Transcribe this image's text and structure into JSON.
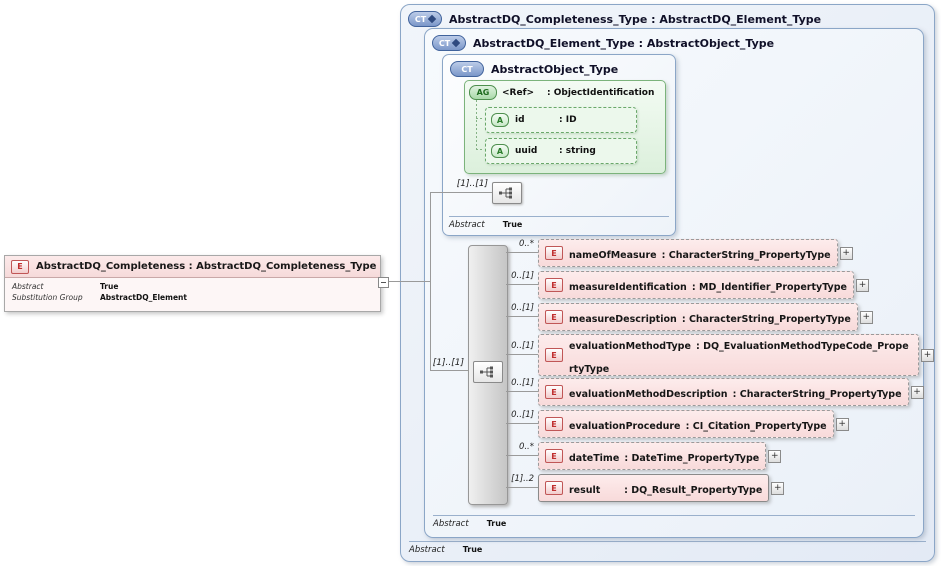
{
  "colors": {
    "ct_border": "#8ba6c7",
    "element_fill": "#fbe6e6",
    "green_border": "#7bb37b",
    "sequence_bar": "#d0d0d0"
  },
  "ui": {
    "expand_glyph": "+"
  },
  "root_element": {
    "icon": "E",
    "title": "AbstractDQ_Completeness : AbstractDQ_Completeness_Type",
    "properties": [
      {
        "label": "Abstract",
        "value": "True"
      },
      {
        "label": "Substitution Group",
        "value": "AbstractDQ_Element"
      }
    ]
  },
  "outer_type": {
    "icon": "CT",
    "title": "AbstractDQ_Completeness_Type : AbstractDQ_Element_Type",
    "footer_label": "Abstract",
    "footer_value": "True"
  },
  "element_type": {
    "icon": "CT",
    "title": "AbstractDQ_Element_Type : AbstractObject_Type",
    "footer_label": "Abstract",
    "footer_value": "True"
  },
  "object_type": {
    "icon": "CT",
    "title": "AbstractObject_Type",
    "ref_group": {
      "icon": "AG",
      "name": "<Ref>",
      "type": ": ObjectIdentification"
    },
    "attributes": [
      {
        "icon": "A",
        "name": "id",
        "type": ": ID"
      },
      {
        "icon": "A",
        "name": "uuid",
        "type": ": string"
      }
    ],
    "sequence_cardinality": "[1]..[1]",
    "footer_label": "Abstract",
    "footer_value": "True"
  },
  "main_sequence": {
    "cardinality": "[1]..[1]"
  },
  "child_elements": [
    {
      "icon": "E",
      "cardinality": "0..*",
      "name": "nameOfMeasure",
      "type": ": CharacterString_PropertyType",
      "required": false
    },
    {
      "icon": "E",
      "cardinality": "0..[1]",
      "name": "measureIdentification",
      "type": ": MD_Identifier_PropertyType",
      "required": false
    },
    {
      "icon": "E",
      "cardinality": "0..[1]",
      "name": "measureDescription",
      "type": ": CharacterString_PropertyType",
      "required": false
    },
    {
      "icon": "E",
      "cardinality": "0..[1]",
      "name": "evaluationMethodType",
      "type": ": DQ_EvaluationMethodTypeCode_PropertyType",
      "required": false
    },
    {
      "icon": "E",
      "cardinality": "0..[1]",
      "name": "evaluationMethodDescription",
      "type": ": CharacterString_PropertyType",
      "required": false
    },
    {
      "icon": "E",
      "cardinality": "0..[1]",
      "name": "evaluationProcedure",
      "type": ": CI_Citation_PropertyType",
      "required": false
    },
    {
      "icon": "E",
      "cardinality": "0..*",
      "name": "dateTime",
      "type": ": DateTime_PropertyType",
      "required": false
    },
    {
      "icon": "E",
      "cardinality": "[1]..2",
      "name": "result",
      "type": ": DQ_Result_PropertyType",
      "required": true
    }
  ]
}
